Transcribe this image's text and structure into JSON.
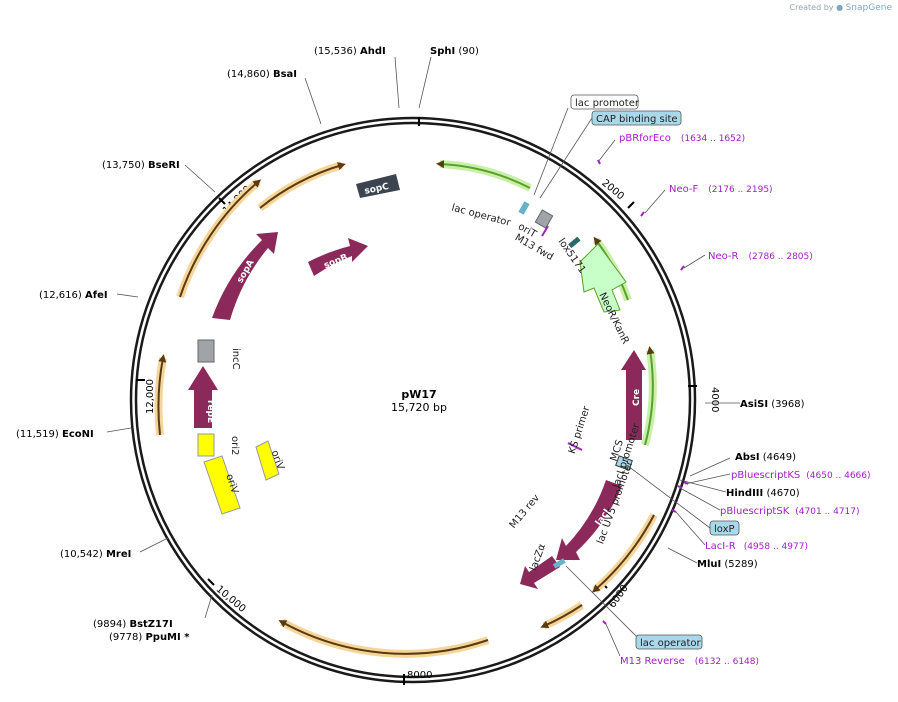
{
  "credit": {
    "created_by": "Created by",
    "brand": "SnapGene"
  },
  "plasmid": {
    "name": "pW17",
    "length": "15,720 bp"
  },
  "ticks": [
    "2000",
    "4000",
    "6000",
    "8000",
    "10,000",
    "12,000",
    "14,000"
  ],
  "sites": {
    "ahdi": {
      "pos": "(15,536)",
      "name": "AhdI"
    },
    "sphi": {
      "pos": "(90)",
      "name": "SphI"
    },
    "bsai": {
      "pos": "(14,860)",
      "name": "BsaI"
    },
    "bseri": {
      "pos": "(13,750)",
      "name": "BseRI"
    },
    "afei": {
      "pos": "(12,616)",
      "name": "AfeI"
    },
    "econi": {
      "pos": "(11,519)",
      "name": "EcoNI"
    },
    "mrei": {
      "pos": "(10,542)",
      "name": "MreI"
    },
    "bstz17i": {
      "pos": "(9894)",
      "name": "BstZ17I"
    },
    "ppumi": {
      "pos": "(9778)",
      "name": "PpuMI *"
    },
    "asisi": {
      "name": "AsiSI",
      "pos": "(3968)"
    },
    "absi": {
      "name": "AbsI",
      "pos": "(4649)"
    },
    "hindiii": {
      "name": "HindIII",
      "pos": "(4670)"
    },
    "mlui": {
      "name": "MluI",
      "pos": "(5289)"
    }
  },
  "primers": {
    "pbrforeco": {
      "name": "pBRforEco",
      "range": "(1634 .. 1652)"
    },
    "neof": {
      "name": "Neo-F",
      "range": "(2176 .. 2195)"
    },
    "neor": {
      "name": "Neo-R",
      "range": "(2786 .. 2805)"
    },
    "pbluescriptks": {
      "name": "pBluescriptKS",
      "range": "(4650 .. 4666)"
    },
    "pbluescriptsk": {
      "name": "pBluescriptSK",
      "range": "(4701 .. 4717)"
    },
    "lacir": {
      "name": "LacI-R",
      "range": "(4958 .. 4977)"
    },
    "m13reverse": {
      "name": "M13 Reverse",
      "range": "(6132 .. 6148)"
    },
    "ks_primer": "KS primer",
    "m13_rev": "M13 rev",
    "m13_fwd": "M13 fwd"
  },
  "boxed": {
    "lac_promoter": "lac promoter",
    "cap_site": "CAP binding site",
    "loxp": "loxP",
    "lac_operator": "lac operator"
  },
  "features": {
    "lac_operator_inner": "lac operator",
    "orit": "oriT",
    "lox5171": "lox5171",
    "neor_kanr": "NeoR/KanR",
    "cre": "Cre",
    "laci_promoter": "lacI promoter",
    "mcs": "MCS",
    "laci": "lacI",
    "lac_uv5": "lac UV5 promoter",
    "lacz": "lacZα",
    "sopc": "sopC",
    "sopb": "sopB",
    "sopa": "sopA",
    "incc": "incC",
    "repe": "repE",
    "ori2": "ori2",
    "oriv_a": "oriV",
    "oriv_b": "oriV"
  },
  "colors": {
    "backbone": "#1a1a1a",
    "magenta_feature": "#8b2a5a",
    "green_arrow": "#5aa02c",
    "orange_arrow": "#e8a33a",
    "primer": "#a020c0",
    "ori": "#ffff00",
    "neor": "#c8ffc8",
    "sopc": "#3c4450",
    "box_fill": "#a8d8ea"
  }
}
